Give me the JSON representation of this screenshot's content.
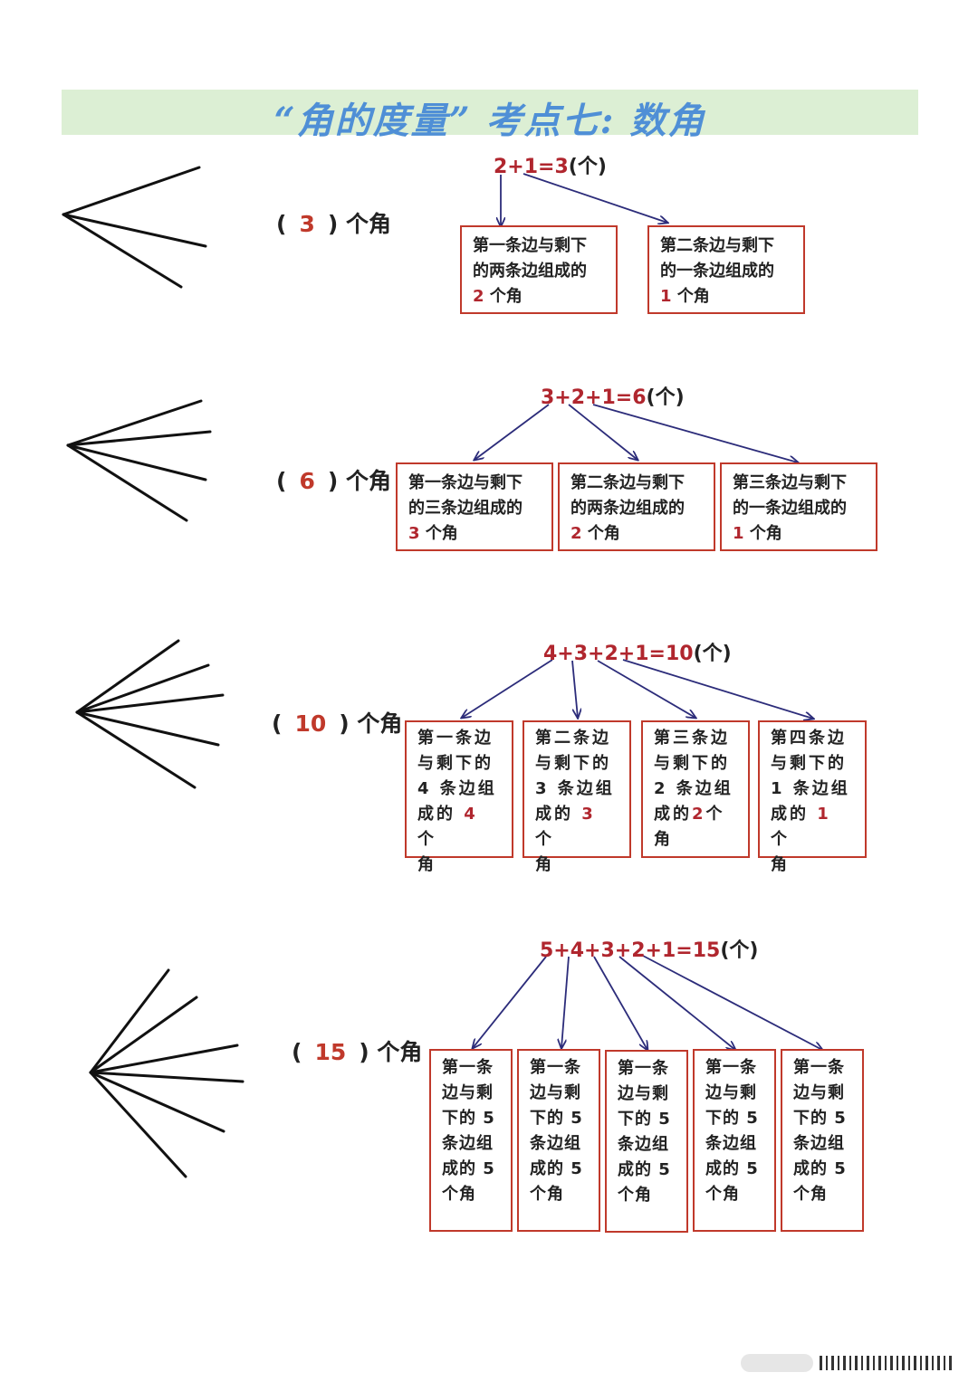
{
  "title": "“角的度量” 考点七: 数角",
  "colors": {
    "title_band": "#dcefd4",
    "title_text": "#4f8fd6",
    "accent_red": "#c0392b",
    "box_border": "#c0392b",
    "arrow": "#2c2c7a"
  },
  "sections": [
    {
      "count_open": "(",
      "count_value": "3",
      "count_close": ")",
      "count_suffix": "个角",
      "formula": "2+1=3",
      "formula_unit": "(个)",
      "boxes": [
        {
          "lines": [
            "第一条边与剩下",
            "的两条边组成的"
          ],
          "num": "2",
          "tail": "个角"
        },
        {
          "lines": [
            "第二条边与剩下",
            "的一条边组成的"
          ],
          "num": "1",
          "tail": "个角"
        }
      ]
    },
    {
      "count_open": "(",
      "count_value": "6",
      "count_close": ")",
      "count_suffix": "个角",
      "formula": "3+2+1=6",
      "formula_unit": "(个)",
      "boxes": [
        {
          "lines": [
            "第一条边与剩下",
            "的三条边组成的"
          ],
          "num": "3",
          "tail": "个角"
        },
        {
          "lines": [
            "第二条边与剩下",
            "的两条边组成的"
          ],
          "num": "2",
          "tail": "个角"
        },
        {
          "lines": [
            "第三条边与剩下",
            "的一条边组成的"
          ],
          "num": "1",
          "tail": "个角"
        }
      ]
    },
    {
      "count_open": "(",
      "count_value": "10",
      "count_close": ")",
      "count_suffix": "个角",
      "formula": "4+3+2+1=10",
      "formula_unit": "(个)",
      "boxes": [
        {
          "lines": [
            "第一条边",
            "与剩下的",
            "4 条边组"
          ],
          "pre": "成的",
          "num": "4",
          "post": "个",
          "last": "角"
        },
        {
          "lines": [
            "第二条边",
            "与剩下的",
            "3 条边组"
          ],
          "pre": "成的",
          "num": "3",
          "post": "个",
          "last": "角"
        },
        {
          "lines": [
            "第三条边",
            "与剩下的",
            "2 条边组"
          ],
          "pre": "成的",
          "num": "2",
          "post": "个",
          "last": "角"
        },
        {
          "lines": [
            "第四条边",
            "与剩下的",
            "1 条边组"
          ],
          "pre": "成的",
          "num": "1",
          "post": "个",
          "last": "角"
        }
      ]
    },
    {
      "count_open": "(",
      "count_value": "15",
      "count_close": ")",
      "count_suffix": "个角",
      "formula": "5+4+3+2+1=15",
      "formula_unit": "(个)",
      "boxes": [
        {
          "lines": [
            "第一条",
            "边与剩",
            "下的 5",
            "条边组",
            "成的 5",
            "个角"
          ]
        },
        {
          "lines": [
            "第一条",
            "边与剩",
            "下的 5",
            "条边组",
            "成的 5",
            "个角"
          ]
        },
        {
          "lines": [
            "第一条",
            "边与剩",
            "下的 5",
            "条边组",
            "成的 5",
            "个角"
          ]
        },
        {
          "lines": [
            "第一条",
            "边与剩",
            "下的 5",
            "条边组",
            "成的 5",
            "个角"
          ]
        },
        {
          "lines": [
            "第一条",
            "边与剩",
            "下的 5",
            "条边组",
            "成的 5",
            "个角"
          ]
        }
      ]
    }
  ]
}
